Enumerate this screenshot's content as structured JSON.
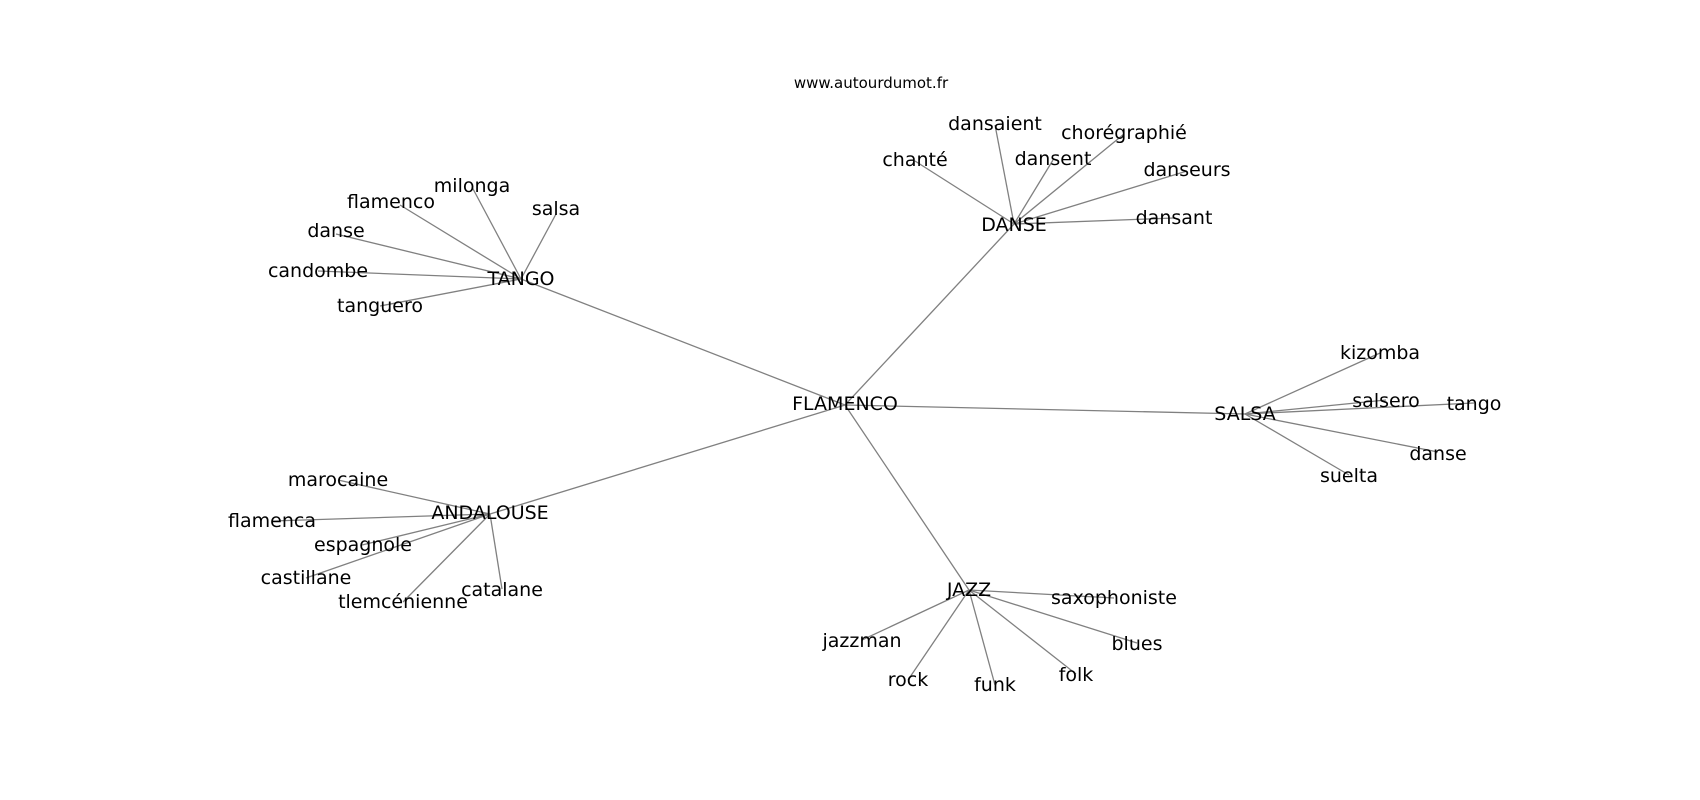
{
  "watermark": "www.autourdumot.fr",
  "center": "FLAMENCO",
  "clusters": [
    {
      "hub": "DANSE",
      "leaves": [
        "dansaient",
        "chorégraphié",
        "chanté",
        "dansent",
        "danseurs",
        "dansant"
      ]
    },
    {
      "hub": "TANGO",
      "leaves": [
        "milonga",
        "flamenco",
        "salsa",
        "danse",
        "candombe",
        "tanguero"
      ]
    },
    {
      "hub": "SALSA",
      "leaves": [
        "kizomba",
        "salsero",
        "tango",
        "danse",
        "suelta"
      ]
    },
    {
      "hub": "ANDALOUSE",
      "leaves": [
        "marocaine",
        "flamenca",
        "espagnole",
        "castillane",
        "catalane",
        "tlemcénienne"
      ]
    },
    {
      "hub": "JAZZ",
      "leaves": [
        "saxophoniste",
        "jazzman",
        "blues",
        "folk",
        "rock",
        "funk"
      ]
    }
  ]
}
